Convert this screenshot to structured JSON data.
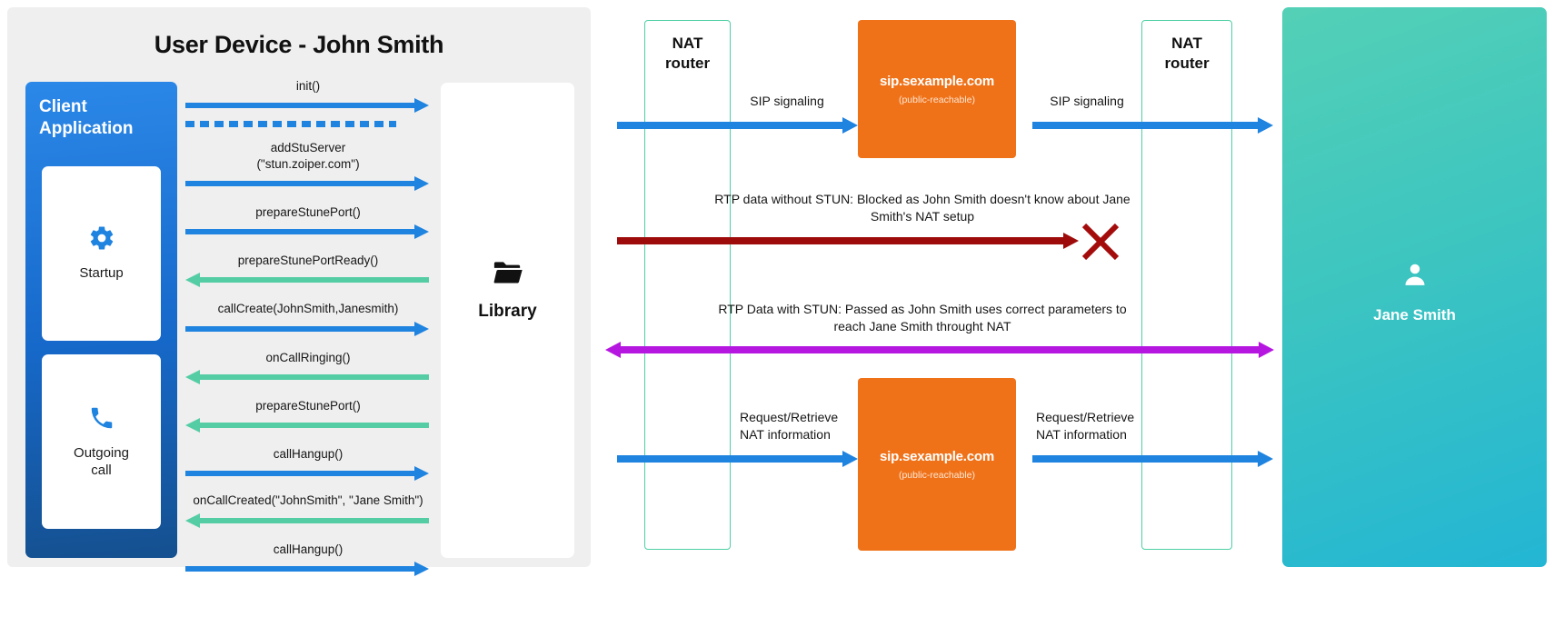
{
  "device": {
    "title": "User Device - John Smith",
    "client_app": {
      "title": "Client\nApplication",
      "cards": [
        {
          "icon": "gear-icon",
          "label": "Startup"
        },
        {
          "icon": "phone-icon",
          "label": "Outgoing\ncall"
        }
      ]
    },
    "library": {
      "icon": "folder-icon",
      "label": "Library"
    },
    "messages": [
      {
        "label": "init()",
        "direction": "right",
        "color": "blue",
        "dashed_after": true
      },
      {
        "label": "addStuServer\n(\"stun.zoiper.com\")",
        "direction": "right",
        "color": "blue"
      },
      {
        "label": "prepareStunePort()",
        "direction": "right",
        "color": "blue"
      },
      {
        "label": "prepareStunePortReady()",
        "direction": "left",
        "color": "green"
      },
      {
        "label": "callCreate(JohnSmith,Janesmith)",
        "direction": "right",
        "color": "blue"
      },
      {
        "label": "onCallRinging()",
        "direction": "left",
        "color": "green"
      },
      {
        "label": "prepareStunePort()",
        "direction": "left",
        "color": "green"
      },
      {
        "label": "callHangup()",
        "direction": "right",
        "color": "blue"
      },
      {
        "label": "onCallCreated(\"JohnSmith\", \"Jane Smith\")",
        "direction": "left",
        "color": "green"
      },
      {
        "label": "callHangup()",
        "direction": "right",
        "color": "blue"
      }
    ]
  },
  "network": {
    "nat_left_label": "NAT\nrouter",
    "nat_right_label": "NAT\nrouter",
    "sip_server_top": {
      "name": "sip.sexample.com",
      "note": "(public-reachable)"
    },
    "sip_server_bottom": {
      "name": "sip.sexample.com",
      "note": "(public-reachable)"
    },
    "jane": {
      "icon": "person-icon",
      "label": "Jane Smith"
    },
    "flows": [
      {
        "label": "SIP signaling",
        "color": "#1f83e0",
        "direction": "right"
      },
      {
        "label": "SIP signaling",
        "color": "#1f83e0",
        "direction": "right"
      },
      {
        "label": "RTP data without STUN: Blocked as John Smith doesn't know about Jane Smith's NAT setup",
        "color": "#9e0b0b",
        "direction": "right",
        "blocked": true
      },
      {
        "label": "RTP Data with STUN: Passed as John Smith uses correct parameters to reach Jane Smith throught NAT",
        "color": "#b617e0",
        "direction": "both"
      },
      {
        "label": "Request/Retrieve\nNAT information",
        "color": "#1f83e0",
        "direction": "right"
      },
      {
        "label": "Request/Retrieve\nNAT information",
        "color": "#1f83e0",
        "direction": "right"
      }
    ],
    "blocked_marker": "x-mark-icon"
  },
  "colors": {
    "panel_bg": "#efefef",
    "client_blue": "#1668c9",
    "arrow_blue": "#1f83e0",
    "arrow_green": "#55cda4",
    "nat_border": "#4ecfa6",
    "sip_orange": "#ef7219",
    "jane_teal": "#3dc5c0",
    "blocked_red": "#9e0b0b",
    "stun_purple": "#b617e0"
  }
}
